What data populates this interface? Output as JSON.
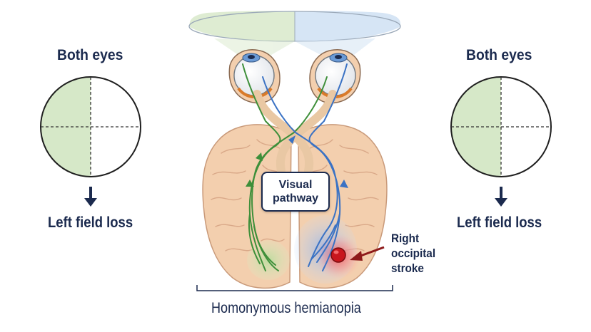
{
  "fields": {
    "left": {
      "title": "Both eyes",
      "caption": "Left field loss"
    },
    "right": {
      "title": "Both eyes",
      "caption": "Left field loss"
    }
  },
  "center": {
    "box_line1": "Visual",
    "box_line2": "pathway",
    "lesion_line1": "Right",
    "lesion_line2": "occipital",
    "lesion_line3": "stroke",
    "caption": "Homonymous hemianopia"
  },
  "colors": {
    "text": "#1b2a4e",
    "field_loss_fill": "#d6e8c8",
    "left_field": "#dcebd0",
    "right_field": "#d4e4f4",
    "left_pathway": "#3e8f3a",
    "right_pathway": "#3a72c4",
    "brain": "#f3cfae",
    "lesion": "#c8171e",
    "arrow": "#1b2a4e",
    "lesion_arrow": "#8e1a1a"
  },
  "icons": [
    "down-arrow-icon",
    "eyeball-icon",
    "brain-illustration",
    "lesion-arrow-icon",
    "bracket"
  ]
}
